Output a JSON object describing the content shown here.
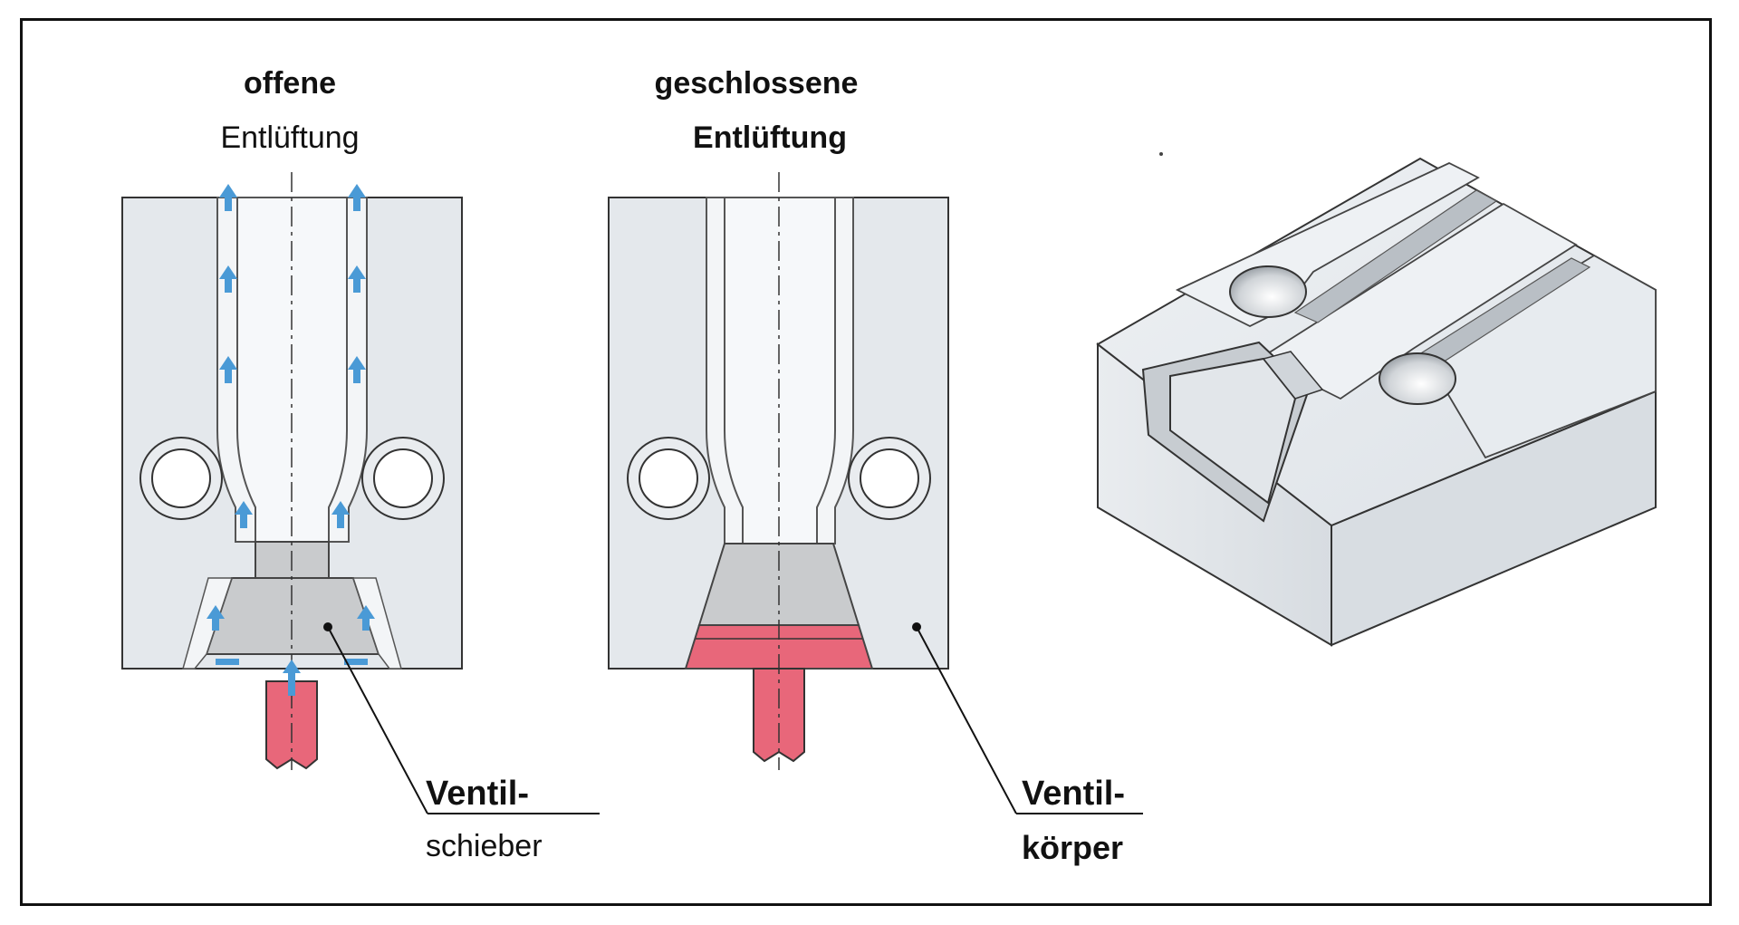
{
  "left_panel": {
    "title_bold": "offene",
    "title_regular": "Entlüftung"
  },
  "middle_panel": {
    "title_line1": "geschlossene",
    "title_line2": "Entlüftung"
  },
  "callouts": {
    "slider_line1": "Ventil-",
    "slider_line2": "schieber",
    "body_line1": "Ventil-",
    "body_line2": "körper"
  },
  "colors": {
    "block": "#e4e8ec",
    "channel": "#f3f5f7",
    "slide": "#c9cbcd",
    "stem": "#e8677a",
    "arrow": "#4a9ad6",
    "outline": "#333333",
    "frame": "#111111"
  }
}
